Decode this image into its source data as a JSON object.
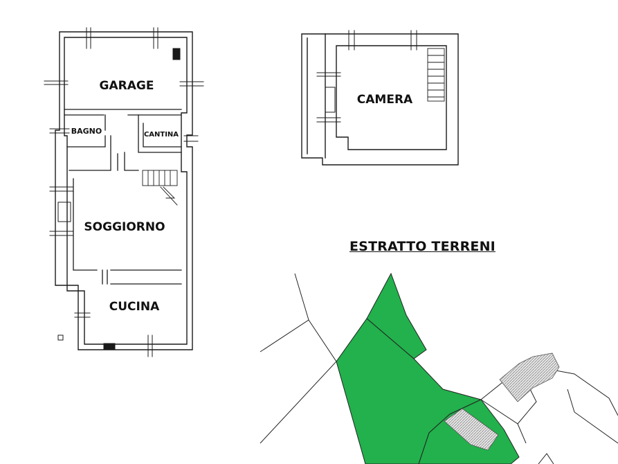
{
  "ground_floor": {
    "rooms": {
      "garage": "GARAGE",
      "bagno": "BAGNO",
      "cantina": "CANTINA",
      "soggiorno": "SOGGIORNO",
      "cucina": "CUCINA"
    }
  },
  "upper_floor": {
    "rooms": {
      "camera": "CAMERA"
    }
  },
  "land_extract": {
    "title": "ESTRATTO TERRENI"
  },
  "colors": {
    "wall": "#1a1a1a",
    "parcel_fill": "#22b14c",
    "building_hatch": "#bcbcbc",
    "boundary": "#222222"
  },
  "icons": {
    "stairs": "stair-hatching",
    "doors": "door-opening-ticks",
    "windows": "window-double-line"
  }
}
